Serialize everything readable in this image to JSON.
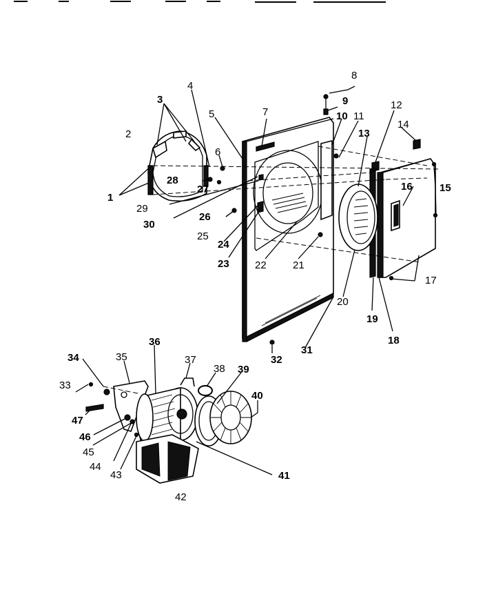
{
  "diagram": {
    "callouts": [
      "1",
      "2",
      "3",
      "4",
      "5",
      "6",
      "7",
      "8",
      "9",
      "10",
      "11",
      "12",
      "13",
      "14",
      "15",
      "16",
      "17",
      "18",
      "19",
      "20",
      "21",
      "22",
      "23",
      "24",
      "25",
      "26",
      "27",
      "28",
      "29",
      "30",
      "31",
      "32",
      "33",
      "34",
      "35",
      "36",
      "37",
      "38",
      "39",
      "40",
      "41",
      "42",
      "43",
      "44",
      "45",
      "46",
      "47"
    ]
  }
}
